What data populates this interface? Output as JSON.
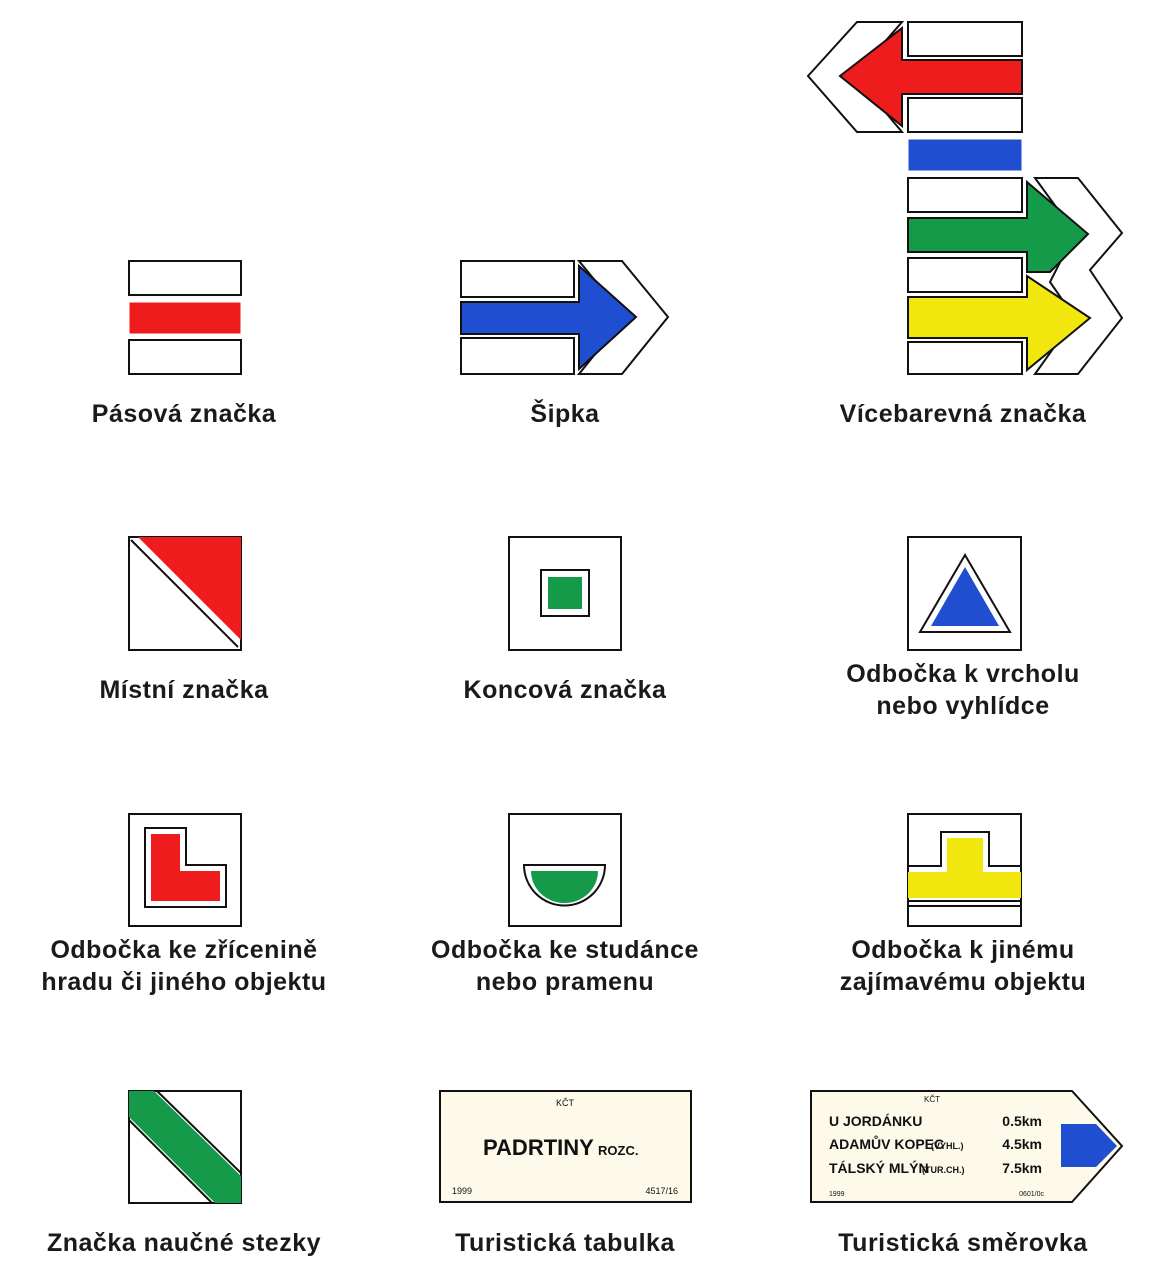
{
  "colors": {
    "red": "#ee1c1c",
    "blue": "#1f4fd0",
    "green": "#159a4a",
    "yellow": "#f2e60f",
    "sign_background": "#fdfaea",
    "outline": "#111111"
  },
  "labels": {
    "pasova": "Pásová značka",
    "sipka": "Šipka",
    "vicebarevna": "Vícebarevná značka",
    "mistni": "Místní značka",
    "koncova": "Koncová značka",
    "vrchol_1": "Odbočka k vrcholu",
    "vrchol_2": "nebo vyhlídce",
    "zricenina_1": "Odbočka ke zřícenině",
    "zricenina_2": "hradu či jiného objektu",
    "studanka_1": "Odbočka ke studánce",
    "studanka_2": "nebo pramenu",
    "objekt_1": "Odbočka k jinému",
    "objekt_2": "zajímavému objektu",
    "naucna": "Značka naučné stezky",
    "tabulka": "Turistická tabulka",
    "smerovka": "Turistická směrovka"
  },
  "tabulka_sign": {
    "header": "KČT",
    "place": "PADRTINY",
    "suffix": "ROZC.",
    "year": "1999",
    "code": "4517/16"
  },
  "smerovka_sign": {
    "header": "KČT",
    "rows": [
      {
        "name": "U JORDÁNKU",
        "note": "",
        "distance": "0.5km"
      },
      {
        "name": "ADAMŮV KOPEC",
        "note": "(VYHL.)",
        "distance": "4.5km"
      },
      {
        "name": "TÁLSKÝ MLÝN",
        "note": "(TUR.CH.)",
        "distance": "7.5km"
      }
    ],
    "year": "1999",
    "code": "0601/0c"
  }
}
